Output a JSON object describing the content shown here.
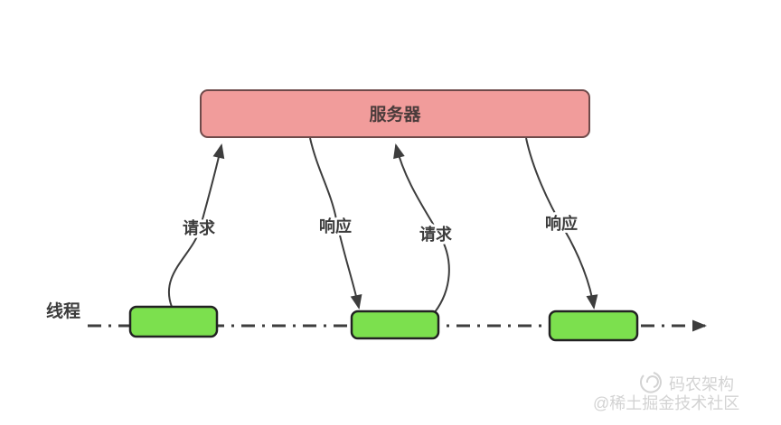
{
  "diagram": {
    "title_semantic": "single-thread request-response timeline",
    "server": {
      "label": "服务器"
    },
    "thread": {
      "label": "线程"
    },
    "arrows": [
      {
        "label": "请求",
        "direction": "up",
        "from": "thread-block-1",
        "to": "server"
      },
      {
        "label": "响应",
        "direction": "down",
        "from": "server",
        "to": "thread-block-2"
      },
      {
        "label": "请求",
        "direction": "up",
        "from": "thread-block-2",
        "to": "server"
      },
      {
        "label": "响应",
        "direction": "down",
        "from": "server",
        "to": "thread-block-3"
      }
    ],
    "thread_blocks_count": 3
  },
  "watermark": {
    "brand": "码农架构",
    "community": "@稀土掘金技术社区"
  },
  "icons": {
    "timeline_arrowhead": "right-arrowhead",
    "watermark_logo": "swirl-logo"
  },
  "colors": {
    "background": "#FFFFFF",
    "server_fill": "#F19C9B",
    "server_stroke": "#6E4A4A",
    "server_text": "#4A3B3B",
    "block_fill": "#7CE04E",
    "block_stroke": "#222222",
    "line_color": "#3D3D3D",
    "label_color": "#3C3C3C",
    "watermark_color": "#D3D3D3"
  }
}
